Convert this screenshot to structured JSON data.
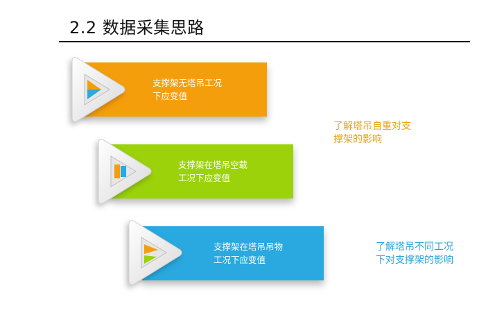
{
  "slide": {
    "title": "2.2  数据采集思路"
  },
  "steps": [
    {
      "text": "支撑架无塔吊工况\n下应变值",
      "color": "#F59E0B"
    },
    {
      "text": "支撑架在塔吊空载\n工况下应变值",
      "color": "#9BD20A"
    },
    {
      "text": "支撑架在塔吊吊物\n工况下应变值",
      "color": "#29A9DF"
    }
  ],
  "notes": [
    {
      "text": "了解塔吊自重对支\n撑架的影响",
      "color": "#E8A317"
    },
    {
      "text": "了解塔吊不同工况\n下对支撑架的影响",
      "color": "#2CA5D8"
    }
  ],
  "icons": [
    "triangle-play-icon"
  ]
}
